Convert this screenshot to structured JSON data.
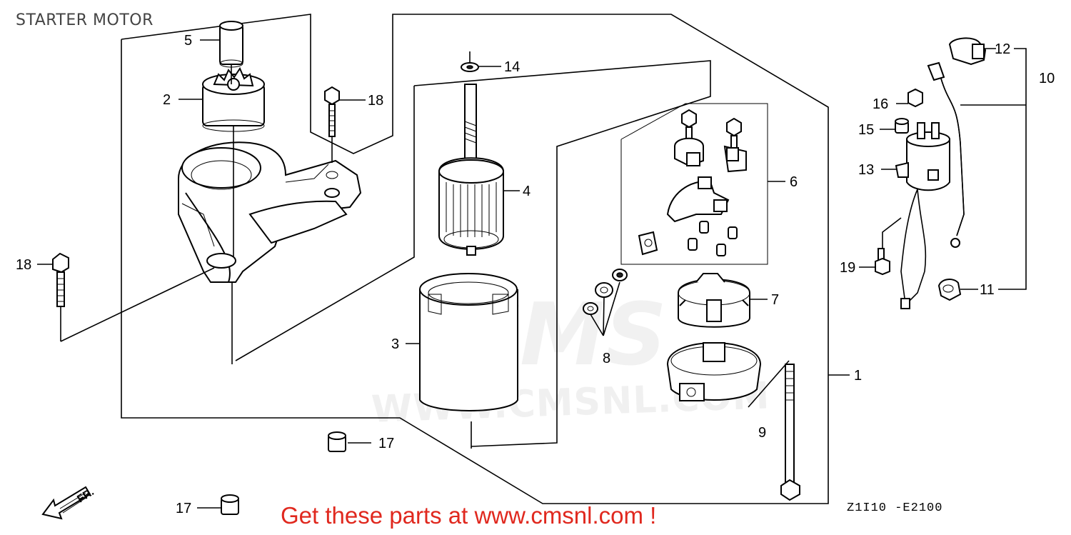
{
  "title": "STARTER MOTOR",
  "callouts": {
    "c1": "1",
    "c2": "2",
    "c3": "3",
    "c4": "4",
    "c5": "5",
    "c6": "6",
    "c7": "7",
    "c8": "8",
    "c9": "9",
    "c10": "10",
    "c11": "11",
    "c12": "12",
    "c13": "13",
    "c14": "14",
    "c15": "15",
    "c16": "16",
    "c17a": "17",
    "c17b": "17",
    "c18a": "18",
    "c18b": "18",
    "c19": "19"
  },
  "direction_label": "FR.",
  "diagram_code": "Z1I10 -E2100",
  "promo_text": "Get these parts at www.cmsnl.com !",
  "watermark_text": "WWW.CMSNL.COM",
  "watermark_logo": "CMS",
  "colors": {
    "promo": "#e0281e",
    "lines": "#000000",
    "watermark": "#f0f0f0"
  }
}
